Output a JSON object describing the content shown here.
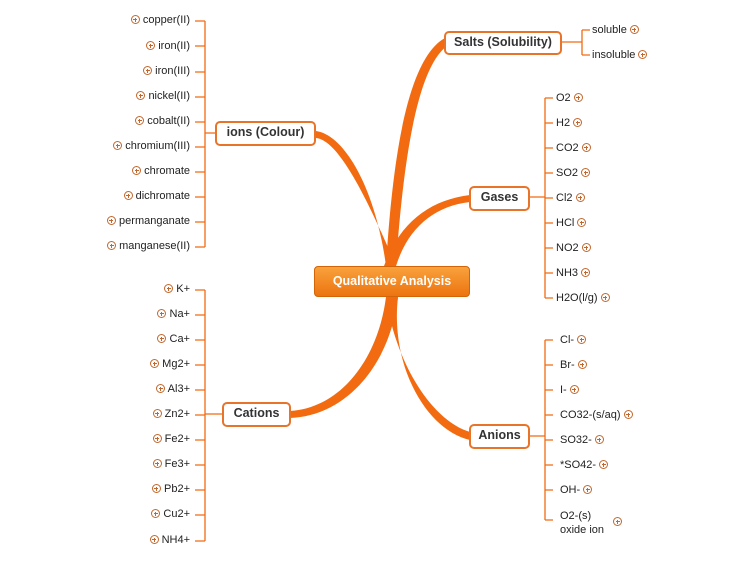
{
  "central": {
    "title": "Qualitative Analysis"
  },
  "branches": {
    "ions": {
      "label": "ions (Colour)",
      "items": [
        "copper(II)",
        "iron(II)",
        "iron(III)",
        "nickel(II)",
        "cobalt(II)",
        "chromium(III)",
        "chromate",
        "dichromate",
        "permanganate",
        "manganese(II)"
      ]
    },
    "cations": {
      "label": "Cations",
      "items": [
        "K+",
        "Na+",
        "Ca+",
        "Mg2+",
        "Al3+",
        "Zn2+",
        "Fe2+",
        "Fe3+",
        "Pb2+",
        "Cu2+",
        "NH4+"
      ]
    },
    "salts": {
      "label": "Salts (Solubility)",
      "items": [
        "soluble",
        "insoluble"
      ]
    },
    "gases": {
      "label": "Gases",
      "items": [
        "O2",
        "H2",
        "CO2",
        "SO2",
        "Cl2",
        "HCl",
        "NO2",
        "NH3",
        "H2O(l/g)"
      ]
    },
    "anions": {
      "label": "Anions",
      "items": [
        "Cl-",
        "Br-",
        "I-",
        "CO32-(s/aq)",
        "SO32-",
        "*SO42-",
        "OH-",
        "O2-(s)",
        "oxide ion"
      ]
    }
  },
  "colors": {
    "connector": "#f26b10",
    "branch_border": "#e8742a",
    "central_fill": "#f39a2d",
    "expand_icon": "#c4672d"
  }
}
